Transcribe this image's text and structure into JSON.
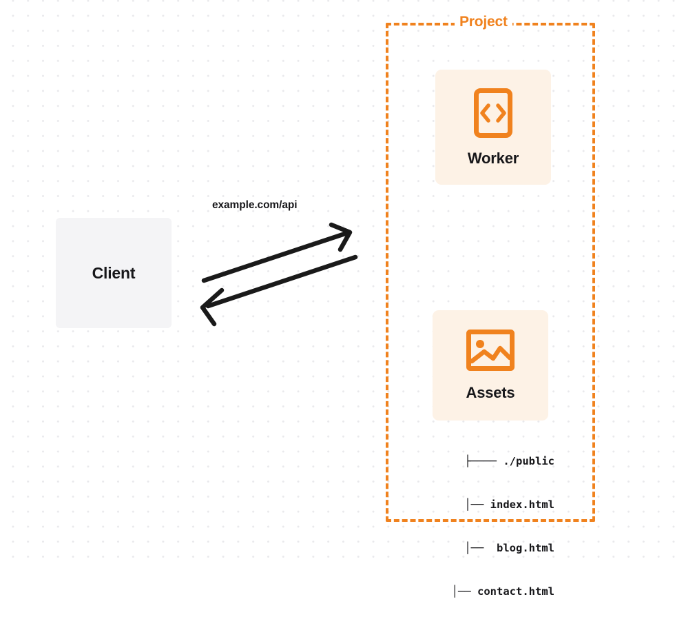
{
  "diagram": {
    "title": "Project",
    "background": {
      "style": "dot-grid",
      "dot_color": "#e9e9ec",
      "page_color": "#ffffff"
    },
    "colors": {
      "accent_orange": "#f0821e",
      "card_fill": "#fdf2e6",
      "client_fill": "#f4f4f6",
      "text_dark": "#17171a",
      "arrow": "#1a1a1a"
    },
    "client": {
      "label": "Client",
      "icon": "none"
    },
    "connector": {
      "label": "example.com/api",
      "request_arrow": {
        "direction": "right",
        "from": "client",
        "to": "project"
      },
      "response_arrow": {
        "direction": "left",
        "from": "project",
        "to": "client"
      }
    },
    "boundary": {
      "label": "Project",
      "border_style": "dashed",
      "border_color": "#f0821e"
    },
    "resources": [
      {
        "name": "worker",
        "label": "Worker",
        "icon": "code-brackets-icon"
      },
      {
        "name": "assets",
        "label": "Assets",
        "icon": "image-icon"
      }
    ],
    "file_tree": {
      "rows": [
        {
          "prefix": "├────",
          "name": "./public"
        },
        {
          "prefix": "│──",
          "name": "index.html"
        },
        {
          "prefix": "│──",
          "name": "blog.html"
        },
        {
          "prefix": "│──",
          "name": "contact.html"
        }
      ],
      "lines": [
        "├──── ./public",
        "     │── index.html",
        "     │──  blog.html",
        "  │── contact.html"
      ]
    }
  }
}
